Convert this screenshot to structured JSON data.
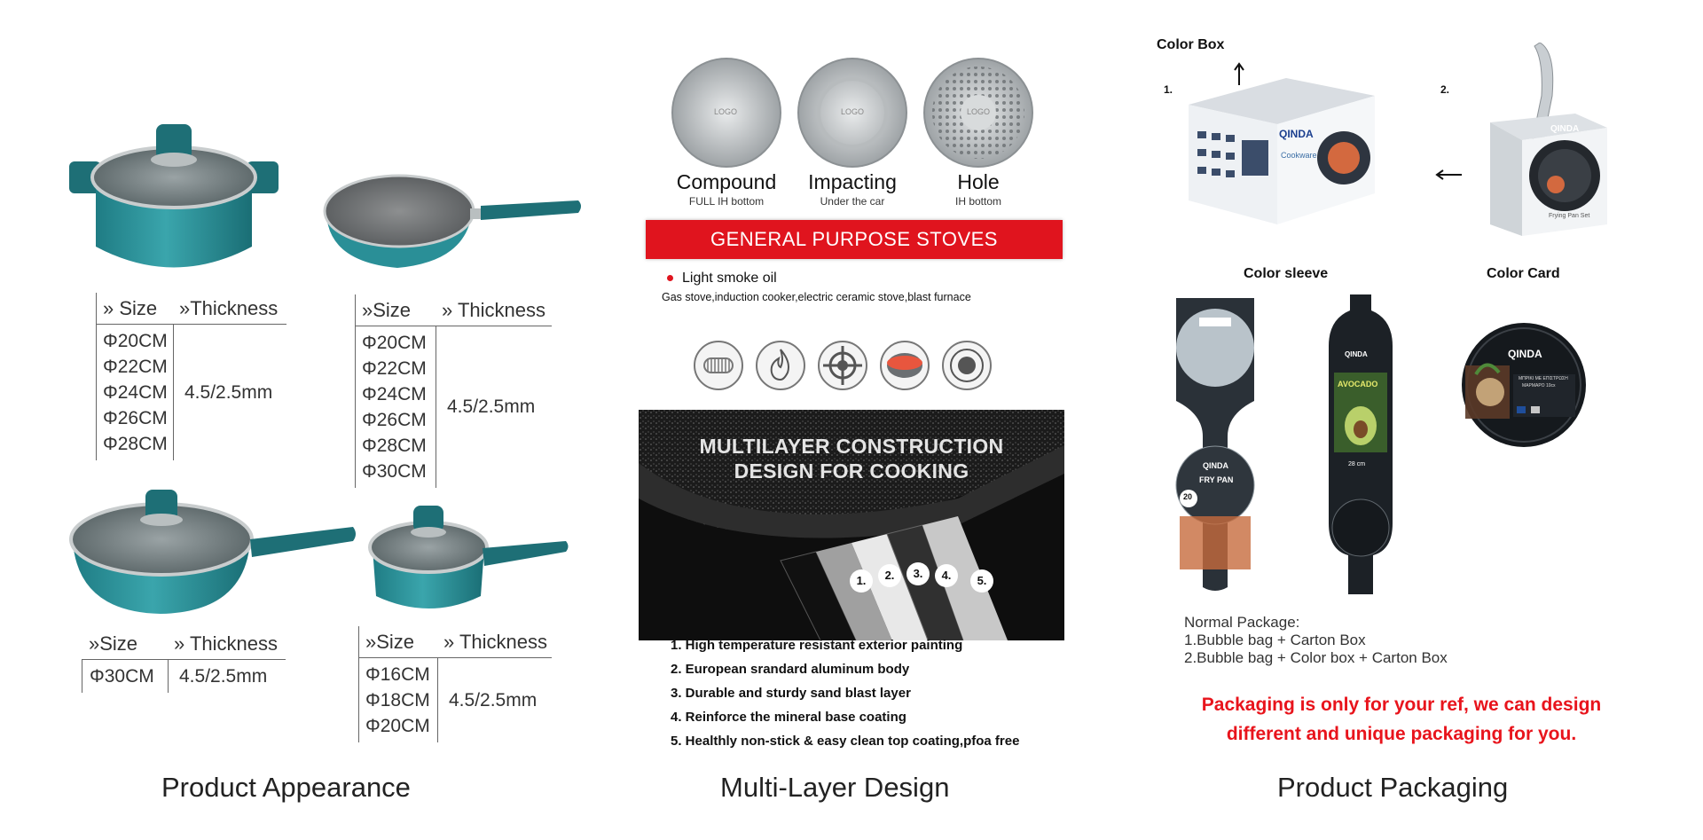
{
  "appearance": {
    "caption": "Product Appearance",
    "tables": [
      {
        "size_header": "» Size",
        "thickness_header": "»Thickness",
        "sizes": [
          "Φ20CM",
          "Φ22CM",
          "Φ24CM",
          "Φ26CM",
          "Φ28CM"
        ],
        "thickness": "4.5/2.5mm"
      },
      {
        "size_header": "»Size",
        "thickness_header": "» Thickness",
        "sizes": [
          "Φ20CM",
          "Φ22CM",
          "Φ24CM",
          "Φ26CM",
          "Φ28CM",
          "Φ30CM"
        ],
        "thickness": "4.5/2.5mm"
      },
      {
        "size_header": "»Size",
        "thickness_header": "» Thickness",
        "sizes": [
          "Φ30CM"
        ],
        "thickness": "4.5/2.5mm"
      },
      {
        "size_header": "»Size",
        "thickness_header": "» Thickness",
        "sizes": [
          "Φ16CM",
          "Φ18CM",
          "Φ20CM"
        ],
        "thickness": "4.5/2.5mm"
      }
    ],
    "pot_color": "#2a8f97",
    "handle_color": "#1e7a80"
  },
  "multilayer": {
    "caption": "Multi-Layer Design",
    "bottoms": [
      {
        "title": "Compound",
        "subtitle": "FULL IH bottom",
        "logo": "LOGO"
      },
      {
        "title": "Impacting",
        "subtitle": "Under the car",
        "logo": "LOGO"
      },
      {
        "title": "Hole",
        "subtitle": "IH bottom",
        "logo": "LOGO"
      }
    ],
    "banner": "GENERAL PURPOSE STOVES",
    "oil_note": "Light smoke oil",
    "stove_types": "Gas stove,induction cooker,electric ceramic stove,blast furnace",
    "stove_icons": [
      "induction-coil-icon",
      "flame-icon",
      "gas-burner-icon",
      "ceramic-plate-icon",
      "electric-hob-icon"
    ],
    "panel_title_1": "MULTILAYER CONSTRUCTION",
    "panel_title_2": "DESIGN FOR COOKING",
    "layer_numbers": [
      "1.",
      "2.",
      "3.",
      "4.",
      "5."
    ],
    "features": [
      "1. High temperature resistant exterior painting",
      "2. European srandard aluminum body",
      "3. Durable and sturdy sand blast layer",
      "4. Reinforce the mineral base coating",
      "5. Healthly non-stick & easy clean top coating,pfoa free"
    ],
    "banner_color": "#e0141e"
  },
  "packaging": {
    "caption": "Product Packaging",
    "color_box_label": "Color Box",
    "color_sleeve_label": "Color sleeve",
    "color_card_label": "Color Card",
    "num1": "1.",
    "num2": "2.",
    "brand": "QINDA",
    "box_text": "Cookware",
    "sleeve_fry_pan": "FRY PAN",
    "sleeve_avocado": "AVOCADO",
    "sleeve_size_1": "20",
    "sleeve_size_2": "28 cm",
    "pan_box_text": "Frying Pan Set",
    "card_text_1": "ΜΠΡΙΚΙ ΜΕ ΕΠΙΣΤΡΩΣΗ",
    "card_text_2": "ΜΑΡΜΑΡΟ 10cx",
    "normal_package_title": "Normal Package:",
    "normal_package_lines": [
      "1.Bubble bag + Carton Box",
      "2.Bubble bag + Color box + Carton Box"
    ],
    "note_line_1": "Packaging is only for your ref, we can design",
    "note_line_2": "different and unique packaging for you.",
    "note_color": "#e8141c"
  }
}
